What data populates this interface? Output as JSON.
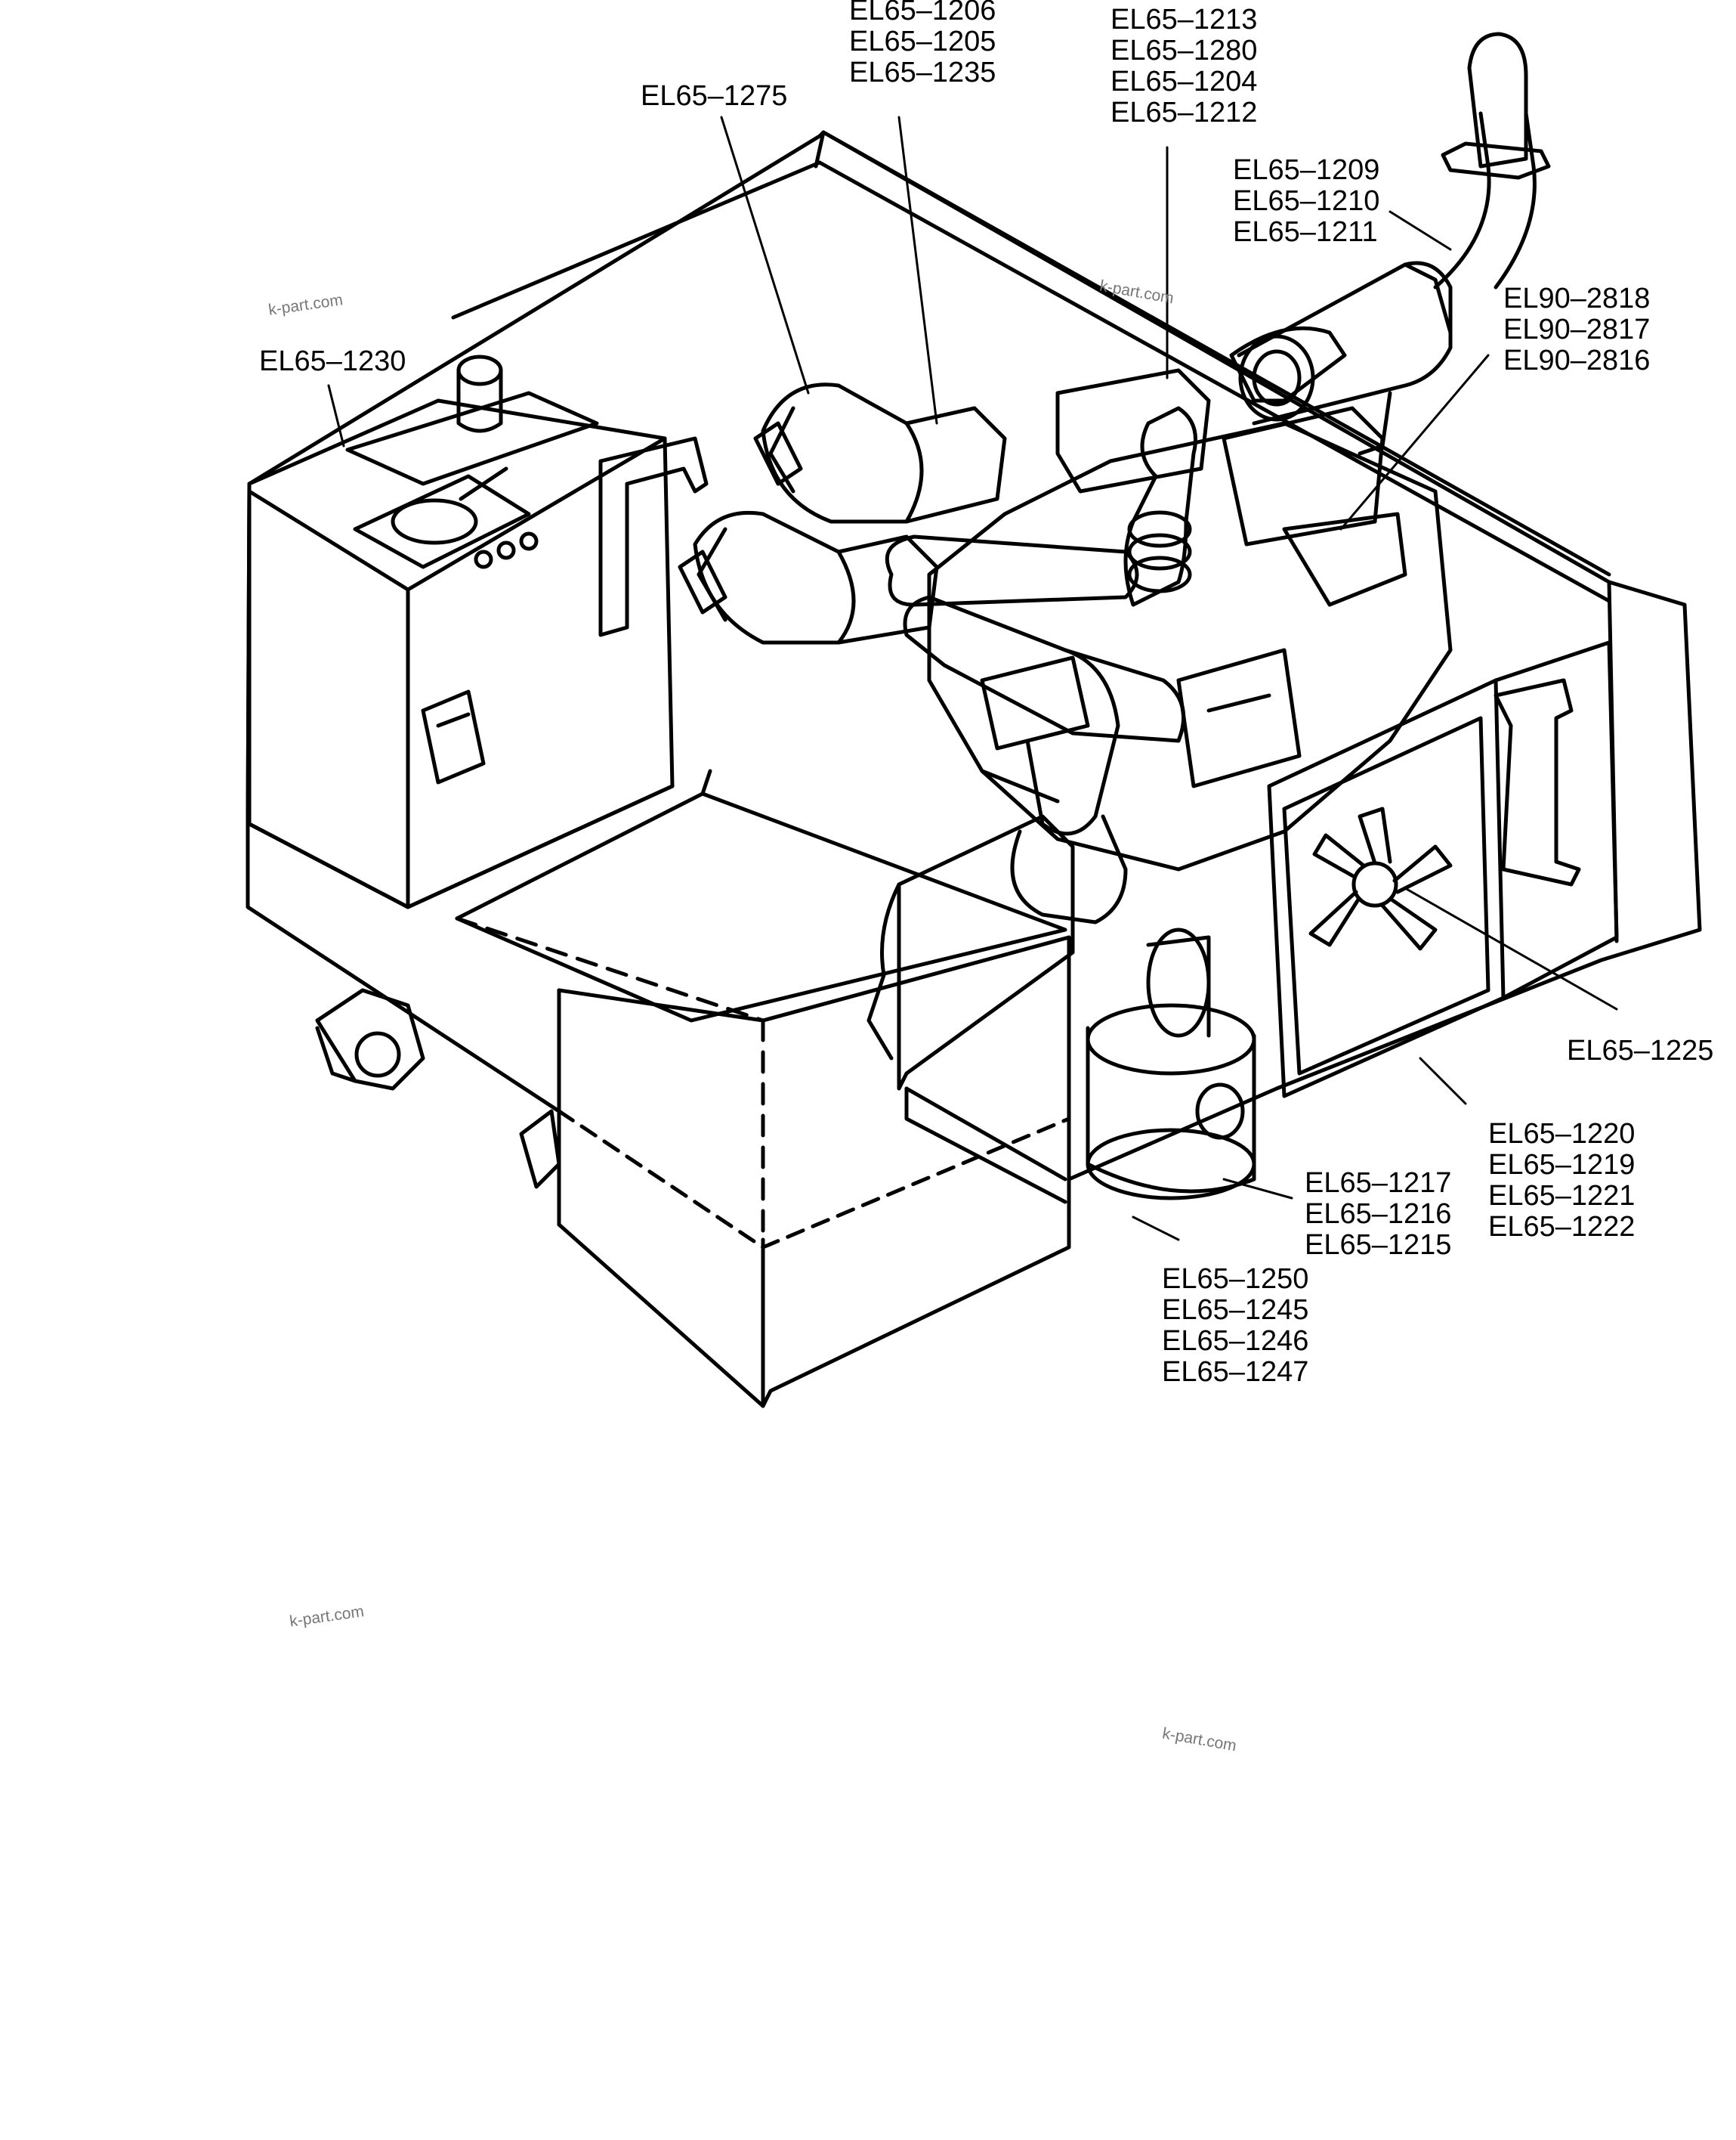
{
  "callouts": {
    "c1206": [
      "EL65–1206",
      "EL65–1205",
      "EL65–1235"
    ],
    "c1213": [
      "EL65–1213",
      "EL65–1280",
      "EL65–1204",
      "EL65–1212"
    ],
    "c1275": [
      "EL65–1275"
    ],
    "c1209": [
      "EL65–1209",
      "EL65–1210",
      "EL65–1211"
    ],
    "c2818": [
      "EL90–2818",
      "EL90–2817",
      "EL90–2816"
    ],
    "c1230": [
      "EL65–1230"
    ],
    "c1225": [
      "EL65–1225"
    ],
    "c1220": [
      "EL65–1220",
      "EL65–1219",
      "EL65–1221",
      "EL65–1222"
    ],
    "c1217": [
      "EL65–1217",
      "EL65–1216",
      "EL65–1215"
    ],
    "c1250": [
      "EL65–1250",
      "EL65–1245",
      "EL65–1246",
      "EL65–1247"
    ]
  },
  "watermarks": [
    "k-part.com",
    "k-part.com",
    "k-part.com",
    "k-part.com"
  ],
  "colors": {
    "line": "#000000",
    "background": "#ffffff",
    "watermark": "#777777"
  }
}
